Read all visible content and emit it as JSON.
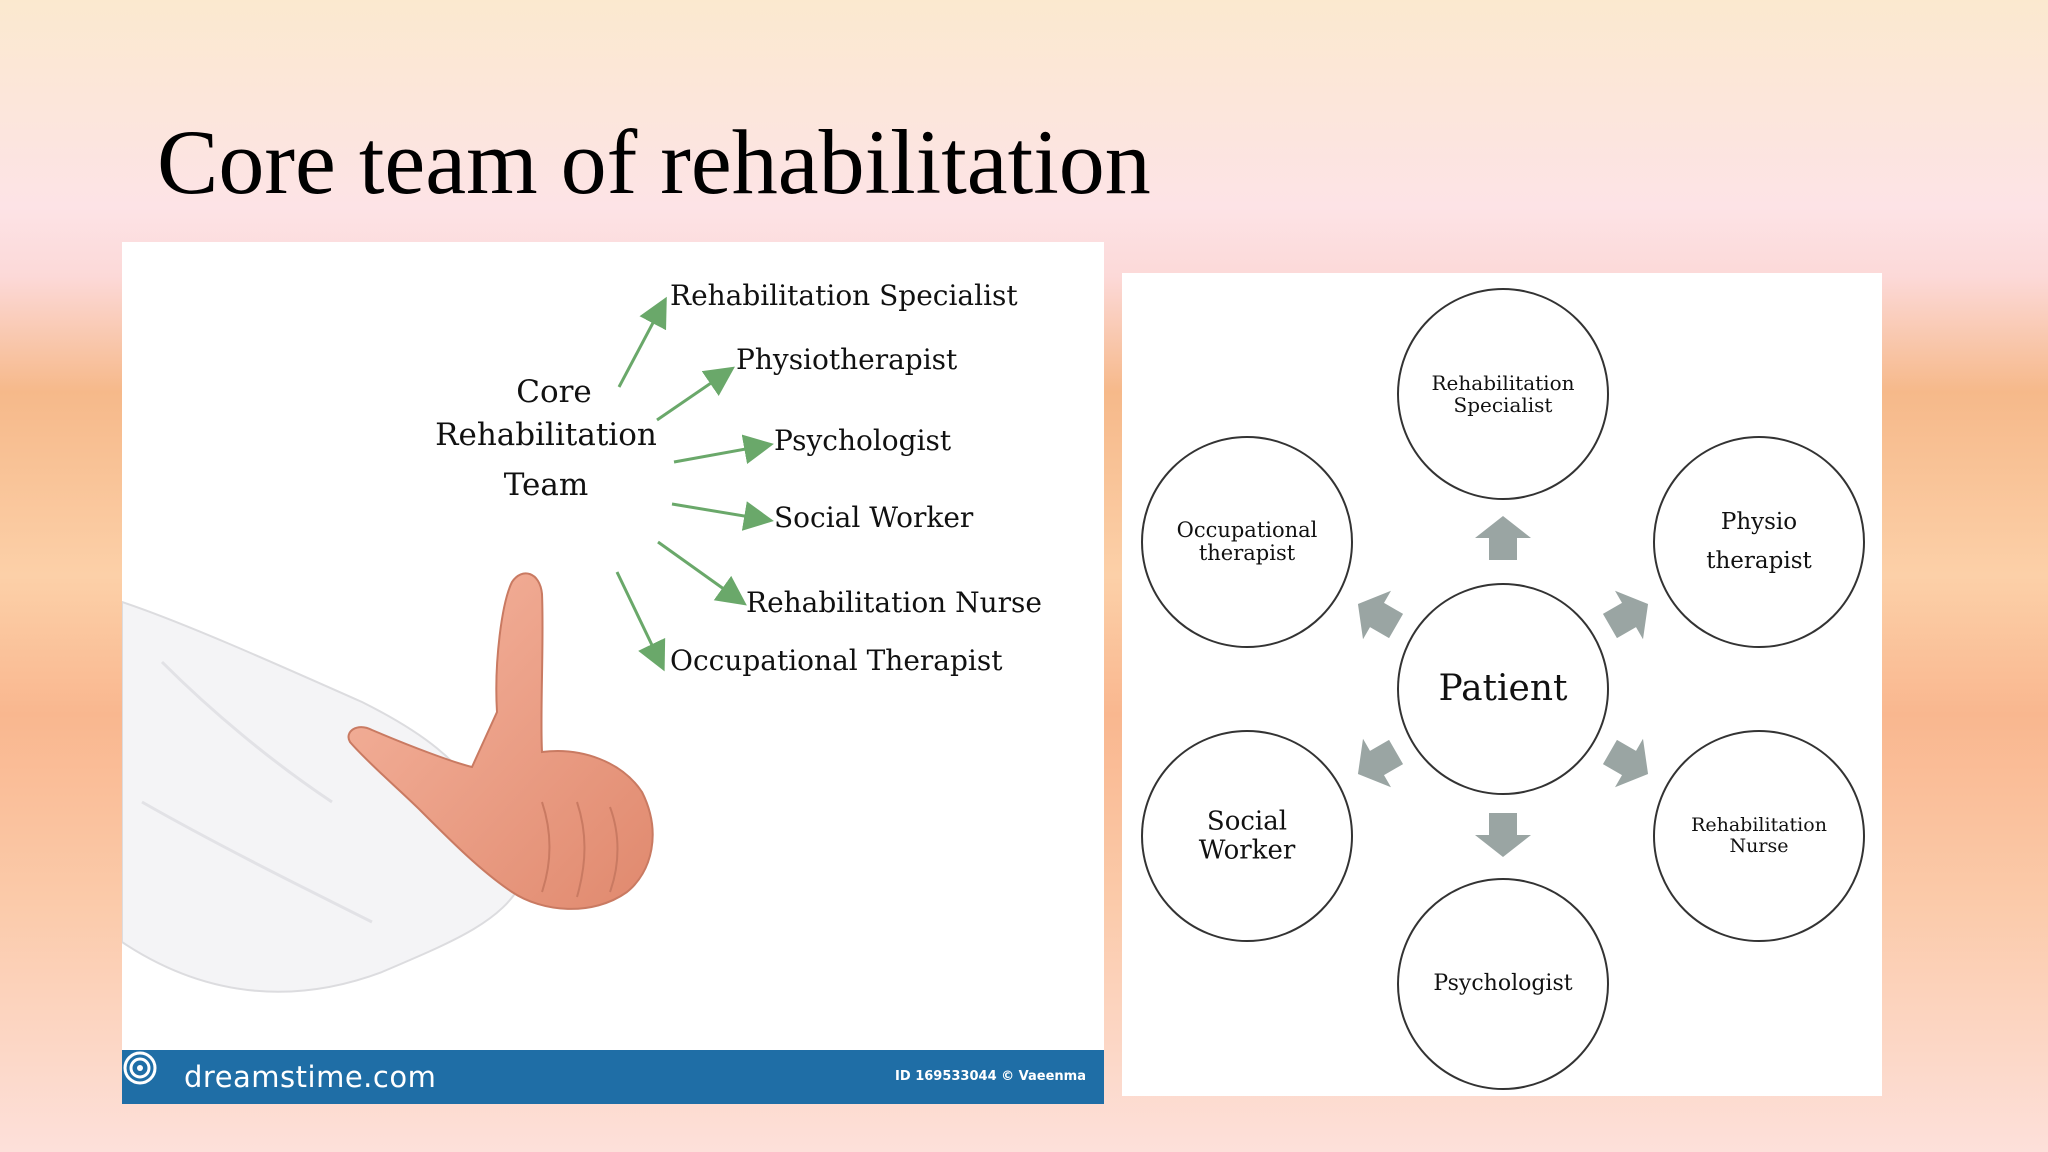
{
  "slide": {
    "title": "Core team of rehabilitation"
  },
  "left_image": {
    "center_lines": [
      "Core",
      "Rehabilitation",
      "Team"
    ],
    "branches": [
      "Rehabilitation Specialist",
      "Physiotherapist",
      "Psychologist",
      "Social Worker",
      "Rehabilitation Nurse",
      "Occupational Therapist"
    ],
    "footer": {
      "brand": "dreamstime.com",
      "image_id": "ID 169533044 © Vaeenma"
    },
    "colors": {
      "arrow": "#6aa86a",
      "footer_bar": "#1f6ea6"
    }
  },
  "right_image": {
    "center": "Patient",
    "nodes": {
      "top": [
        "Rehabilitation",
        "Specialist"
      ],
      "upper_right": [
        "Physio",
        "therapist"
      ],
      "lower_right": [
        "Rehabilitation",
        "Nurse"
      ],
      "bottom": [
        "Psychologist"
      ],
      "lower_left": [
        "Social",
        "Worker"
      ],
      "upper_left": [
        "Occupational",
        "therapist"
      ]
    },
    "colors": {
      "arrow": "#9aa5a3",
      "circle_stroke": "#333333"
    }
  }
}
